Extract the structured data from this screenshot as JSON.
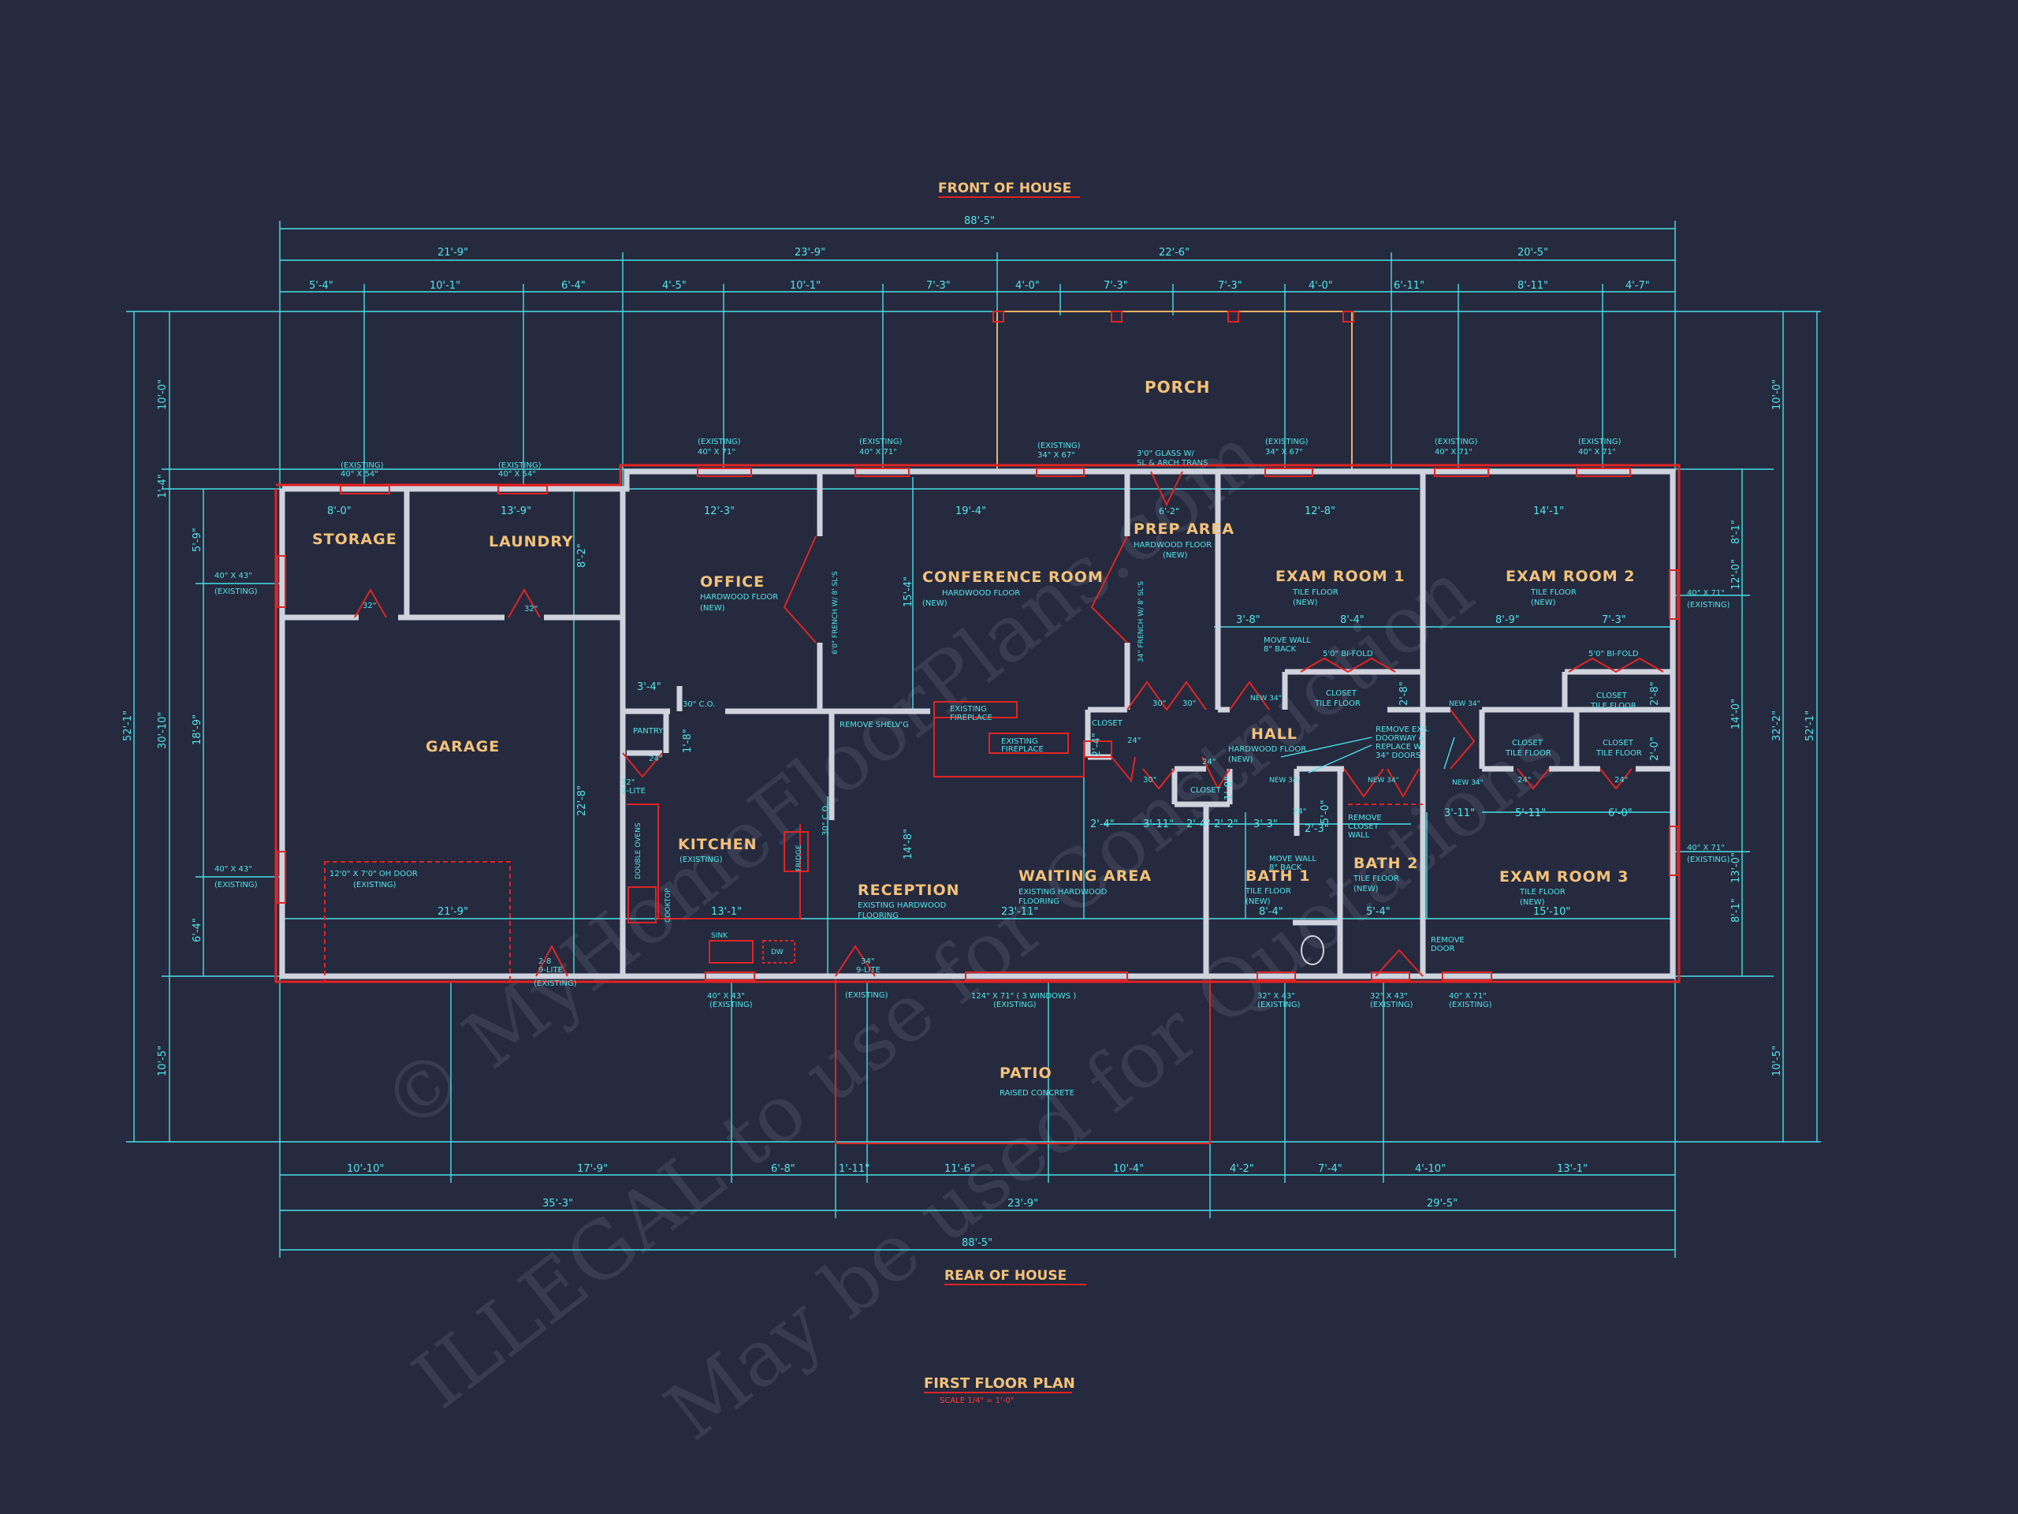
{
  "headings": {
    "front": "FRONT OF HOUSE",
    "rear": "REAR OF HOUSE",
    "plan_title": "FIRST FLOOR PLAN",
    "scale": "SCALE 1/4\" = 1'-0\""
  },
  "watermarks": {
    "line1": "© MyHomeFloorPlans.com",
    "line2": "ILLEGAL to use for Construction",
    "line3": "May be used for Quotations"
  },
  "rooms": {
    "porch": "PORCH",
    "storage": "STORAGE",
    "laundry": "LAUNDRY",
    "office": "OFFICE",
    "office_note": "HARDWOOD FLOOR",
    "office_note2": "(NEW)",
    "conference": "CONFERENCE ROOM",
    "conference_note": "HARDWOOD FLOOR",
    "conference_note2": "(NEW)",
    "prep": "PREP AREA",
    "prep_note": "HARDWOOD FLOOR",
    "prep_note2": "(NEW)",
    "exam1": "EXAM ROOM 1",
    "exam1_note": "TILE FLOOR",
    "exam1_note2": "(NEW)",
    "exam2": "EXAM ROOM 2",
    "exam2_note": "TILE FLOOR",
    "exam2_note2": "(NEW)",
    "garage": "GARAGE",
    "hall": "HALL",
    "hall_note": "HARDWOOD FLOOR",
    "hall_note2": "(NEW)",
    "kitchen": "KITCHEN",
    "kitchen_note": "(EXISTING)",
    "reception": "RECEPTION",
    "reception_note": "EXISTING HARDWOOD",
    "reception_note2": "FLOORING",
    "waiting": "WAITING AREA",
    "waiting_note": "EXISTING HARDWOOD",
    "waiting_note2": "FLOORING",
    "bath1": "BATH 1",
    "bath1_note": "TILE FLOOR",
    "bath1_note2": "(NEW)",
    "bath2": "BATH 2",
    "bath2_note": "TILE FLOOR",
    "bath2_note2": "(NEW)",
    "exam3": "EXAM ROOM 3",
    "exam3_note": "TILE FLOOR",
    "exam3_note2": "(NEW)",
    "patio": "PATIO",
    "patio_note": "RAISED CONCRETE",
    "pantry": "PANTRY",
    "closet_a": "CLOSET",
    "closet_b": "CLOSET",
    "closet_tile_1": "CLOSET",
    "closet_tile_1b": "TILE FLOOR",
    "closet_tile_2": "CLOSET",
    "closet_tile_2b": "TILE FLOOR",
    "closet_tile_3": "CLOSET",
    "closet_tile_3b": "TILE FLOOR",
    "closet_tile_4": "CLOSET",
    "closet_tile_4b": "TILE FLOOR"
  },
  "notes": {
    "glass_door": "3'0\" GLASS W/",
    "glass_door2": "SL & ARCH TRANS",
    "porch_door_dim": "6'-2\"",
    "remove_shelving": "REMOVE SHELV'G",
    "existing_fireplace_a": "EXISTING",
    "existing_fireplace_a2": "FIREPLACE",
    "existing_fireplace_b": "EXISTING",
    "existing_fireplace_b2": "FIREPLACE",
    "move_wall_1": "MOVE WALL",
    "move_wall_1b": "8\" BACK",
    "move_wall_2": "MOVE WALL",
    "move_wall_2b": "8\" BACK",
    "bifold_1": "5'0\" BI-FOLD",
    "bifold_2": "5'0\" BI-FOLD",
    "remove_doorway": "REMOVE EXS.",
    "remove_doorway2": "DOORWAY &",
    "remove_doorway3": "REPLACE W/",
    "remove_doorway4": "34\" DOORS",
    "remove_closet": "REMOVE",
    "remove_closet2": "CLOSET",
    "remove_closet3": "WALL",
    "remove_door": "REMOVE",
    "remove_door2": "DOOR",
    "french_door_1": "6'0\" FRENCH W/ 8' SL'S",
    "french_door_2": "34\" FRENCH W/ 8' SL'S",
    "oh_door": "12'0\" X 7'0\" OH DOOR",
    "oh_door2": "(EXISTING)",
    "double_ovens": "DOUBLE OVENS",
    "cooktop": "COOKTOP",
    "fridge": "FRIDGE",
    "sink": "SINK",
    "dw": "DW",
    "co_1": "30\" C.O.",
    "co_2": "30\" C.O.",
    "lite_1": "32\"",
    "lite_1b": "9-LITE",
    "lite_2": "2-8",
    "lite_2b": "9-LITE",
    "lite_2c": "(EXISTING)",
    "lite_3": "34\"",
    "lite_3b": "9-LITE",
    "lite_3c": "(EXISTING)"
  },
  "door_sizes": [
    "32\"",
    "32\"",
    "24\"",
    "30\"",
    "30\"",
    "24\"",
    "30\"",
    "24\"",
    "24\"",
    "24\"",
    "24\"",
    "NEW 34\"",
    "NEW 34\"",
    "NEW 34\"",
    "NEW 34\"",
    "NEW 34\""
  ],
  "windows": {
    "top_1": "(EXISTING)",
    "top_1b": "40\" X 54\"",
    "top_2": "(EXISTING)",
    "top_2b": "40\" X 54\"",
    "top_3": "(EXISTING)",
    "top_3b": "40\" X 71\"",
    "top_4": "(EXISTING)",
    "top_4b": "40\" X 71\"",
    "top_5": "(EXISTING)",
    "top_5b": "34\" X 67\"",
    "top_6": "(EXISTING)",
    "top_6b": "34\" X 67\"",
    "top_7": "(EXISTING)",
    "top_7b": "40\" X 71\"",
    "top_8": "(EXISTING)",
    "top_8b": "40\" X 71\"",
    "left_1": "40\" X 43\"",
    "left_1b": "(EXISTING)",
    "left_2": "40\" X 43\"",
    "left_2b": "(EXISTING)",
    "right_1": "40\" X 71\"",
    "right_1b": "(EXISTING)",
    "right_2": "40\" X 71\"",
    "right_2b": "(EXISTING)",
    "bot_1": "40\" X 43\"",
    "bot_1b": "(EXISTING)",
    "bot_2": "124\" X 71\" ( 3 WINDOWS )",
    "bot_2b": "(EXISTING)",
    "bot_3": "32\" X 43\"",
    "bot_3b": "(EXISTING)",
    "bot_4": "32\" X 43\"",
    "bot_4b": "(EXISTING)",
    "bot_5": "40\" X 71\"",
    "bot_5b": "(EXISTING)"
  },
  "dimensions": {
    "top_overall": "88'-5\"",
    "top_mid": [
      "21'-9\"",
      "23'-9\"",
      "22'-6\"",
      "20'-5\""
    ],
    "top_detail": [
      "5'-4\"",
      "10'-1\"",
      "6'-4\"",
      "4'-5\"",
      "10'-1\"",
      "7'-3\"",
      "4'-0\"",
      "7'-3\"",
      "7'-3\"",
      "4'-0\"",
      "6'-11\"",
      "8'-11\"",
      "4'-7\""
    ],
    "bottom_detail": [
      "10'-10\"",
      "17'-9\"",
      "6'-8\"",
      "1'-11\"",
      "11'-6\"",
      "10'-4\"",
      "4'-2\"",
      "7'-4\"",
      "4'-10\"",
      "13'-1\""
    ],
    "bottom_mid": [
      "35'-3\"",
      "23'-9\"",
      "29'-5\""
    ],
    "bottom_overall": "88'-5\"",
    "left_outer": "52'-1\"",
    "left_mid": [
      "10'-0\"",
      "1'-4\"",
      "30'-10\"",
      "10'-5\""
    ],
    "left_inner": [
      "5'-9\"",
      "18'-9\"",
      "6'-4\""
    ],
    "right_outer": "52'-1\"",
    "right_mid": [
      "10'-0\"",
      "32'-2\"",
      "10'-5\""
    ],
    "right_inner": [
      "8'-1\"",
      "12'-0\"",
      "14'-0\"",
      "13'-0\"",
      "8'-1\""
    ],
    "interior": [
      "8'-0\"",
      "13'-9\"",
      "12'-3\"",
      "19'-4\"",
      "12'-8\"",
      "14'-1\"",
      "8'-2\"",
      "22'-8\"",
      "15'-4\"",
      "14'-8\"",
      "13'-1\"",
      "21'-9\"",
      "23'-11\"",
      "8'-4\"",
      "5'-4\"",
      "15'-10\"",
      "3'-8\"",
      "8'-4\"",
      "8'-9\"",
      "7'-3\"",
      "3'-4\"",
      "2'-4\"",
      "3'-11\"",
      "2'-4\"",
      "2'-2\"",
      "3'-3\"",
      "3'-11\"",
      "5'-11\"",
      "6'-0\"",
      "2'-8\"",
      "2'-8\"",
      "5'-0\"",
      "2'-4\"",
      "1'-8\"",
      "1'-8\"",
      "2'-0\"",
      "2'-3\""
    ]
  },
  "colors": {
    "background": "#262a3e",
    "dimension": "#47e0e6",
    "wall": "#cfd3de",
    "red": "#e02424",
    "room_label": "#f3c27a"
  }
}
